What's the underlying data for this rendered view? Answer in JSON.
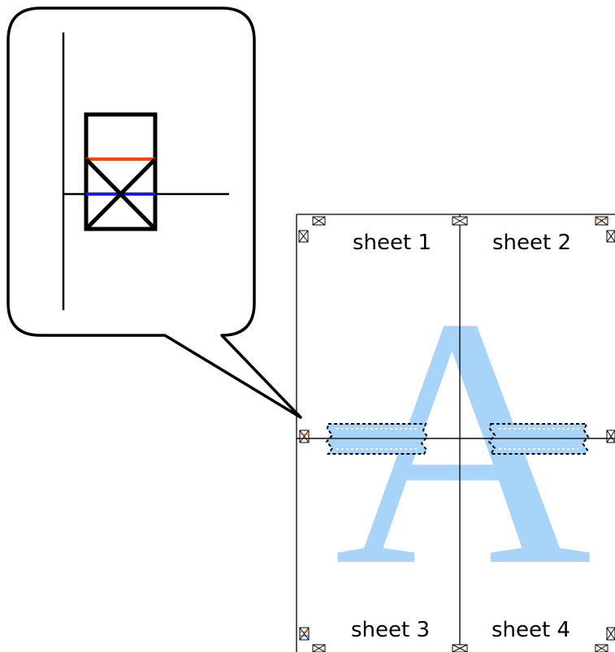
{
  "sheets": [
    {
      "label": "sheet 1"
    },
    {
      "label": "sheet 2"
    },
    {
      "label": "sheet 3"
    },
    {
      "label": "sheet 4"
    }
  ],
  "watermark_letter": "A",
  "colors": {
    "watermark": "#a8d4fa",
    "line": "#000000",
    "top_guide": "#ff4400",
    "bottom_guide": "#1a1aff",
    "background": "#ffffff"
  },
  "icons": [
    "callout-bubble",
    "crop-mark-icon",
    "tape-strip"
  ]
}
